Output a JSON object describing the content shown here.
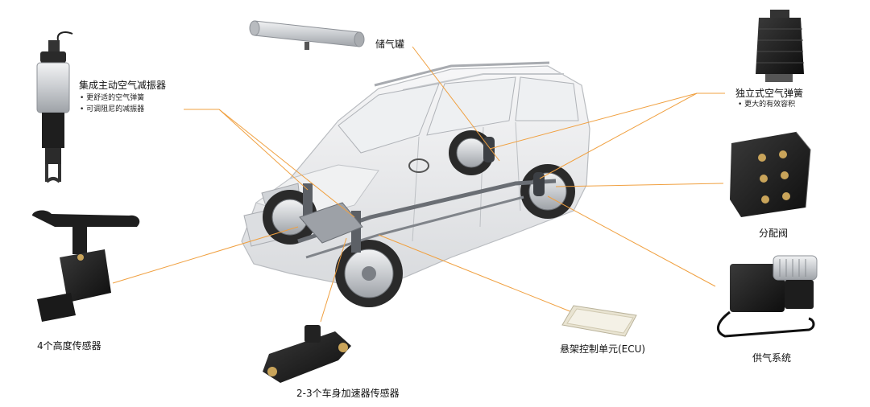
{
  "labels": {
    "shock_absorber": "集成主动空气减振器",
    "reservoir": "储气罐",
    "air_spring": "独立式空气弹簧",
    "valve_block": "分配阀",
    "compressor": "供气系统",
    "ecu": "悬架控制单元(ECU)",
    "accel_sensor": "2-3个车身加速器传感器",
    "height_sensor": "4个高度传感器"
  },
  "bullets": {
    "shock_absorber": [
      "更舒适的空气弹簧",
      "可调阻尼的减振器"
    ],
    "air_spring": [
      "更大的有效容积"
    ]
  },
  "colors": {
    "leader_line": "#f0a040",
    "car_body": "#e9eaec",
    "component_dark": "#1c1c1c",
    "component_silver": "#d4d6d9",
    "brass": "#c9a45a"
  }
}
